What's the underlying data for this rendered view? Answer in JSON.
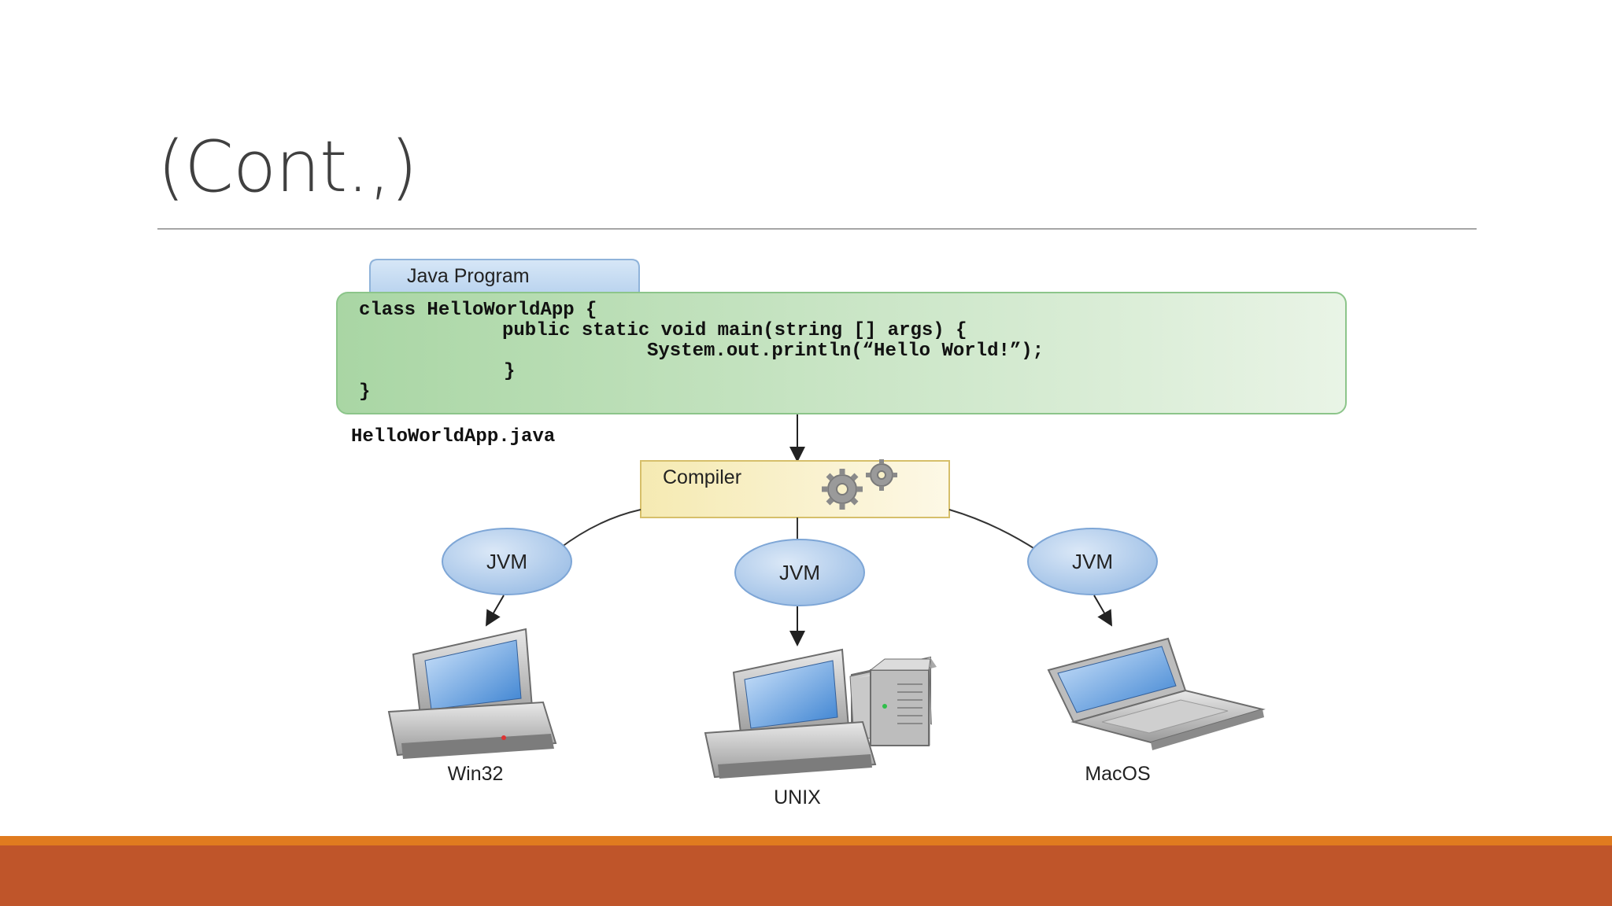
{
  "slide": {
    "title": "(Cont.,)"
  },
  "diagram": {
    "program_tab": "Java Program",
    "code_lines": [
      "class HelloWorldApp {",
      "public static void main(string [] args) {",
      "System.out.println(“Hello World!”);",
      "}",
      "}"
    ],
    "file_name": "HelloWorldApp.java",
    "compiler_label": "Compiler",
    "jvm_labels": [
      "JVM",
      "JVM",
      "JVM"
    ],
    "platforms": [
      "Win32",
      "UNIX",
      "MacOS"
    ],
    "icons": [
      "gears-icon",
      "desktop-computer-icon",
      "workstation-icon",
      "laptop-icon"
    ]
  },
  "colors": {
    "title": "#404040",
    "footer_accent": "#e07b1f",
    "footer_bar": "#bf552a",
    "code_box": "#b5dcb2",
    "compiler_box": "#f8f0c0",
    "jvm_node": "#b3cdeb"
  }
}
